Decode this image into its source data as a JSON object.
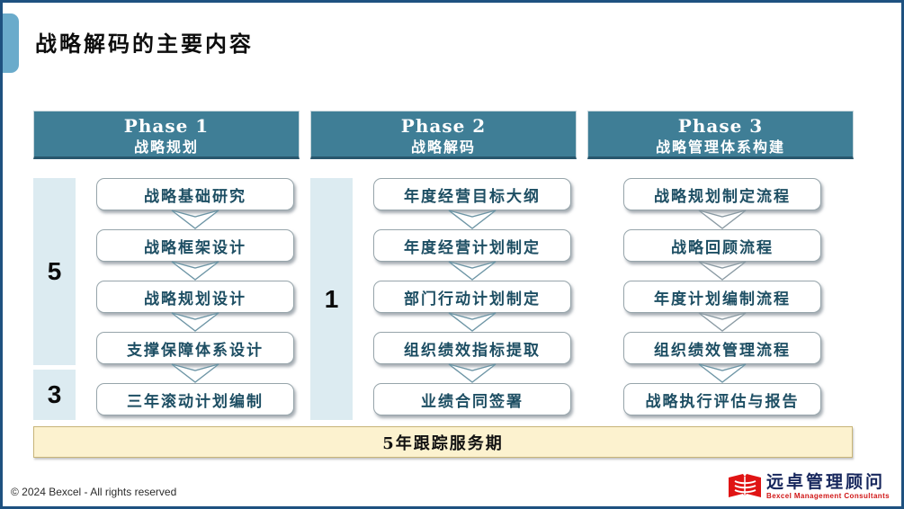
{
  "slide": {
    "title": "战略解码的主要内容",
    "banner": "5年跟踪服务期",
    "copyright": "© 2024 Bexcel - All rights reserved",
    "logo": {
      "name": "远卓管理顾问",
      "subtitle": "Bexcel Management Consultants"
    }
  },
  "columns": [
    {
      "phase": "Phase 1",
      "subtitle": "战略规划",
      "badges": [
        "5",
        "3"
      ],
      "steps": [
        "战略基础研究",
        "战略框架设计",
        "战略规划设计",
        "支撑保障体系设计",
        "三年滚动计划编制"
      ]
    },
    {
      "phase": "Phase 2",
      "subtitle": "战略解码",
      "badges": [
        "1"
      ],
      "steps": [
        "年度经营目标大纲",
        "年度经营计划制定",
        "部门行动计划制定",
        "组织绩效指标提取",
        "业绩合同签署"
      ]
    },
    {
      "phase": "Phase 3",
      "subtitle": "战略管理体系构建",
      "badges": [],
      "steps": [
        "战略规划制定流程",
        "战略回顾流程",
        "年度计划编制流程",
        "组织绩效管理流程",
        "战略执行评估与报告"
      ]
    }
  ],
  "colors": {
    "accent_teal": "#3f7e96",
    "strip_blue": "#dcebf1",
    "banner_cream": "#fcf2cf",
    "border_navy": "#1e5180",
    "tab_blue": "#6aabcb",
    "logo_red": "#e01414"
  }
}
